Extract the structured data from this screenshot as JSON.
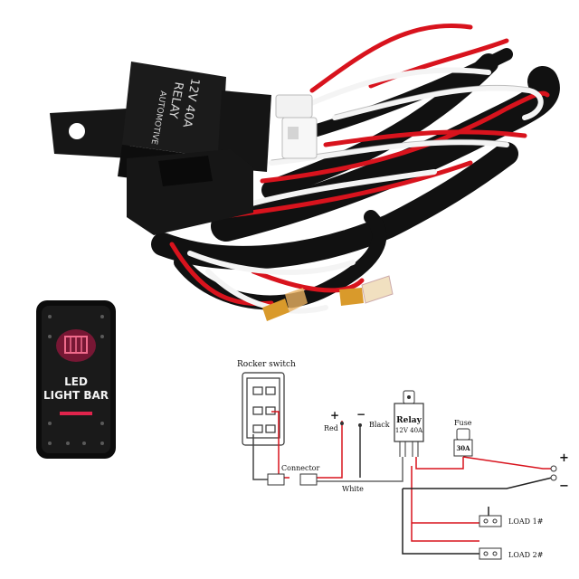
{
  "photo": {
    "relay_label_line1": "AUTOMOTIVE",
    "relay_label_line2": "RELAY",
    "relay_label_line3": "12V 40A"
  },
  "rocker_switch_photo": {
    "line1": "LED",
    "line2": "LIGHT BAR"
  },
  "diagram": {
    "rocker_switch_label": "Rocker switch",
    "connector_label": "Connector",
    "red_label": "Red",
    "plus_symbol": "+",
    "black_label": "Black",
    "minus_symbol": "−",
    "white_label": "White",
    "relay_label_line1": "Relay",
    "relay_label_line2": "12V 40A",
    "fuse_label": "Fuse",
    "fuse_rating": "30A",
    "battery_plus": "+",
    "battery_minus": "−",
    "load1_label": "LOAD 1#",
    "load2_label": "LOAD 2#"
  },
  "colors": {
    "wire_red": "#d8131d",
    "wire_white": "#f4f4f4",
    "wire_black": "#141414"
  }
}
